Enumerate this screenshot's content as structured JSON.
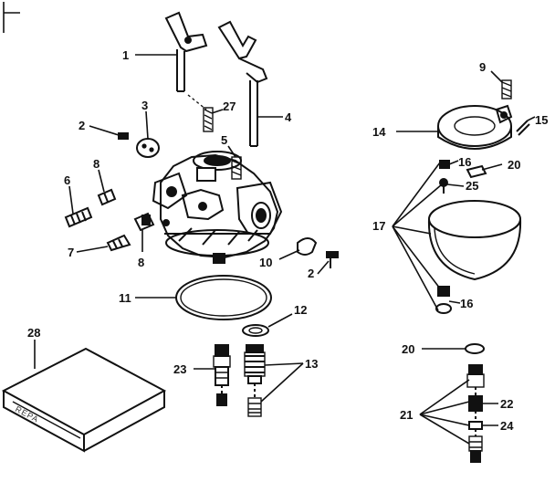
{
  "callouts": {
    "c1": "1",
    "c2a": "2",
    "c2b": "2",
    "c3": "3",
    "c4": "4",
    "c5": "5",
    "c6": "6",
    "c7": "7",
    "c8a": "8",
    "c8b": "8",
    "c9": "9",
    "c10": "10",
    "c11": "11",
    "c12": "12",
    "c13": "13",
    "c14": "14",
    "c15": "15",
    "c16a": "16",
    "c16b": "16",
    "c17": "17",
    "c20a": "20",
    "c20b": "20",
    "c21": "21",
    "c22": "22",
    "c23": "23",
    "c24": "24",
    "c25": "25",
    "c27": "27",
    "c28": "28"
  },
  "box_label": "REPA"
}
